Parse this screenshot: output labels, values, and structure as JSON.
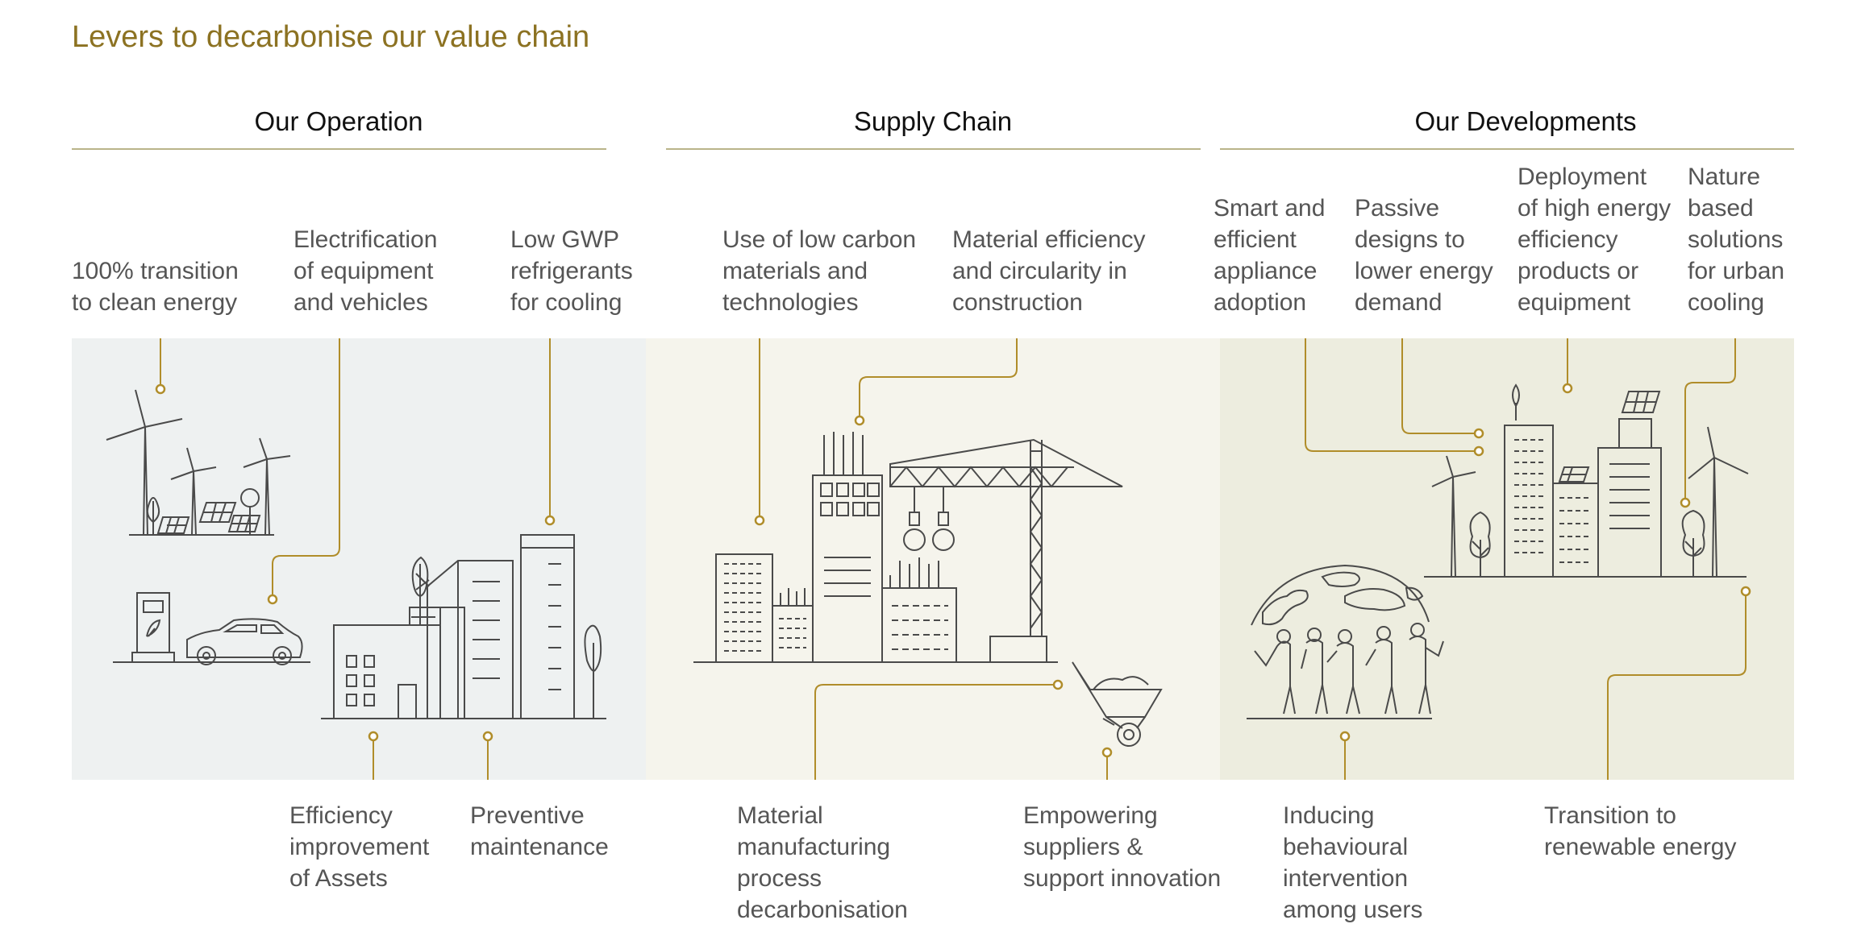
{
  "title": "Levers to decarbonise our value chain",
  "sections": [
    {
      "title": "Our Operation"
    },
    {
      "title": "Supply Chain"
    },
    {
      "title": "Our Developments"
    }
  ],
  "levers_top": [
    "100% transition\nto clean energy",
    "Electrification\nof equipment\nand vehicles",
    "Low GWP\nrefrigerants\nfor cooling",
    "Use of low carbon\nmaterials and\ntechnologies",
    "Material efficiency\nand circularity in\nconstruction",
    "Smart and\nefficient\nappliance\nadoption",
    "Passive\ndesigns to\nlower energy\ndemand",
    "Deployment\nof high energy\nefficiency\nproducts or\nequipment",
    "Nature\nbased\nsolutions\nfor urban\ncooling"
  ],
  "levers_bottom": [
    "Efficiency\nimprovement\nof Assets",
    "Preventive\nmaintenance",
    "Material\nmanufacturing\nprocess\ndecarbonisation",
    "Empowering\nsuppliers &\nsupport innovation",
    "Inducing\nbehavioural\nintervention\namong users",
    "Transition to\nrenewable energy"
  ],
  "colors": {
    "title": "#8c7222",
    "accent": "#b08d2a",
    "rule": "#b9b48a",
    "panel_operation": "#eef1f1",
    "panel_supply": "#f5f4ec",
    "panel_developments": "#ededdf",
    "illustration_stroke": "#4a4a4a"
  }
}
